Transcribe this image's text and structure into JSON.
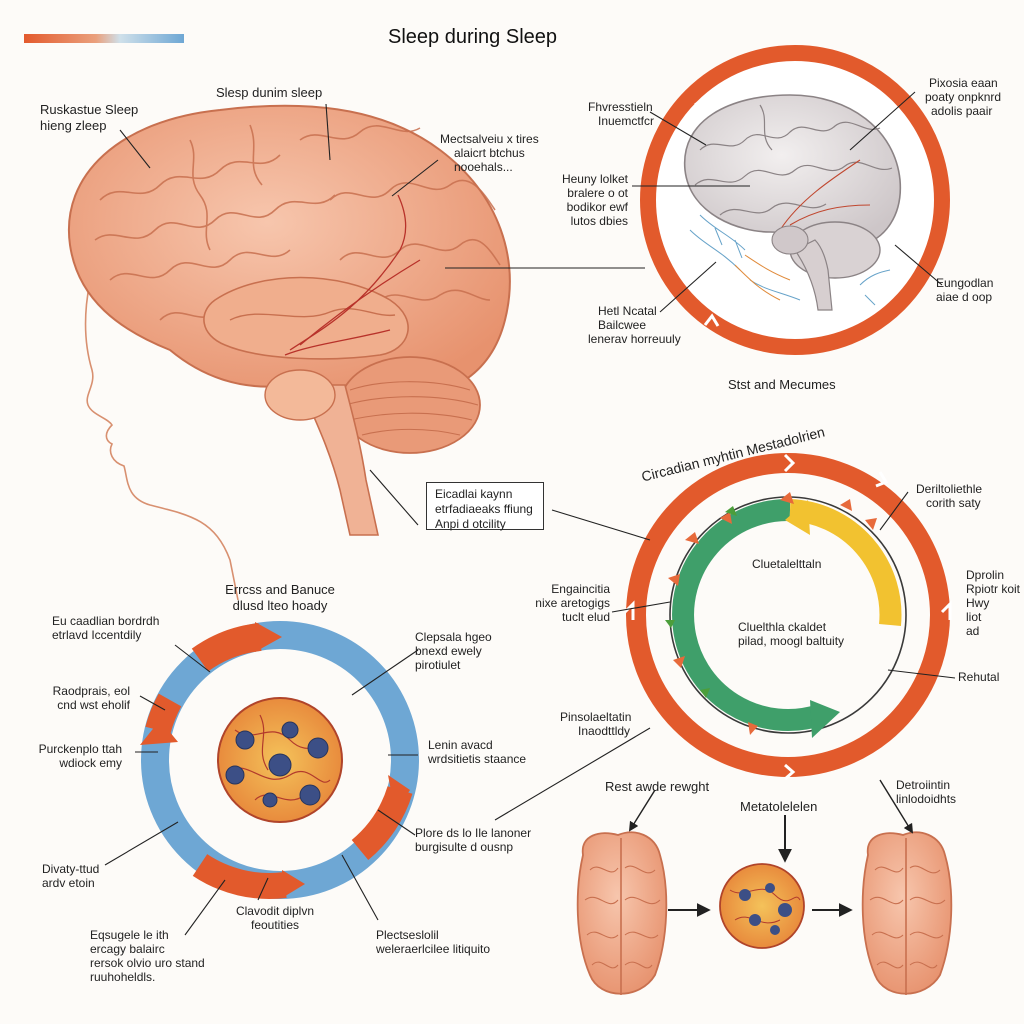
{
  "header": {
    "title": "Sleep during Sleep"
  },
  "colors": {
    "accent_orange": "#e25a2c",
    "ring_blue": "#6ea7d4",
    "ring_green": "#3f9f6a",
    "ring_yellow": "#f2c230",
    "brain_pink": "#eea583"
  },
  "brain_main": {
    "labels": {
      "top": "Slesp dunim sleep",
      "left_top": [
        "Ruskastue Sleep",
        "hieng zleep"
      ],
      "right_mid": [
        "Mectsalveiu x tires",
        "alaicrt btchus",
        "nooehals..."
      ]
    }
  },
  "brain_circle": {
    "labels": {
      "l1": [
        "Fhvresstieln",
        "Inuemctfcr"
      ],
      "l2": [
        "Heuny lolket",
        "bralere o ot",
        "bodikor ewf",
        "lutos dbies"
      ],
      "l3": [
        "Hetl Ncatal",
        "Bailcwee",
        "lenerav horreuuly"
      ],
      "r1": [
        "Pixosia eaan",
        "poaty onpknrd",
        "adolis paair"
      ],
      "r2": [
        "Eungodlan",
        "aiae d oop"
      ]
    },
    "caption": "Stst and Mecumes"
  },
  "circadian": {
    "arc_title": "Circadian myhtin Mestadolrien",
    "box_label": [
      "Eicadlai kaynn",
      "etrfadiaeaks ffiung",
      "Anpi d otcility"
    ],
    "inner_top": "Cluetalelttaln",
    "inner_center": [
      "Cluelthla ckaldet",
      "pilad, moogl baltuity"
    ],
    "left": [
      "Engaincitia",
      "nixe aretogigs",
      "tuclt elud"
    ],
    "left_bottom": [
      "Pinsolaeltatin",
      "Inaodttldy"
    ],
    "right_top": [
      "Deriltoliethle",
      "corith saty"
    ],
    "right_mid": [
      "Dprolin",
      "Rpiotr koit",
      "Hwy",
      "liot",
      "ad"
    ],
    "right_bottom": "Rehutal"
  },
  "energy": {
    "title": [
      "Errcss and Banuce",
      "dlusd lteo hoady"
    ],
    "labels": {
      "l1": [
        "Eu caadlian bordrdh",
        "etrlavd Iccentdily"
      ],
      "l2": [
        "Raodprais, eol",
        "cnd wst eholif"
      ],
      "l3": [
        "Purckenplo ttah",
        "wdiock emy"
      ],
      "l4": [
        "Divaty-ttud",
        "ardv etoin"
      ],
      "r1": [
        "Clepsala hgeo",
        "bnexd ewely",
        "pirotiulet"
      ],
      "r2": [
        "Lenin avacd",
        "wrdsitietis staance"
      ],
      "r3": [
        "Plore ds lo Ile lanoner",
        "burgisulte d ousnp"
      ],
      "b1": [
        "Clavodit diplvn",
        "feoutities"
      ],
      "b2": [
        "Eqsugele le ith",
        "ercagy balairc",
        "rersok olvio uro stand",
        "ruuhoheldls."
      ],
      "b3": [
        "Plectseslolil",
        "weleraerlcilee litiquito"
      ]
    }
  },
  "metabolic": {
    "left_label": "Rest awde rewght",
    "center_label": "Metatolelelen",
    "right_label": [
      "Detroiintin",
      "linlodoidhts"
    ]
  }
}
